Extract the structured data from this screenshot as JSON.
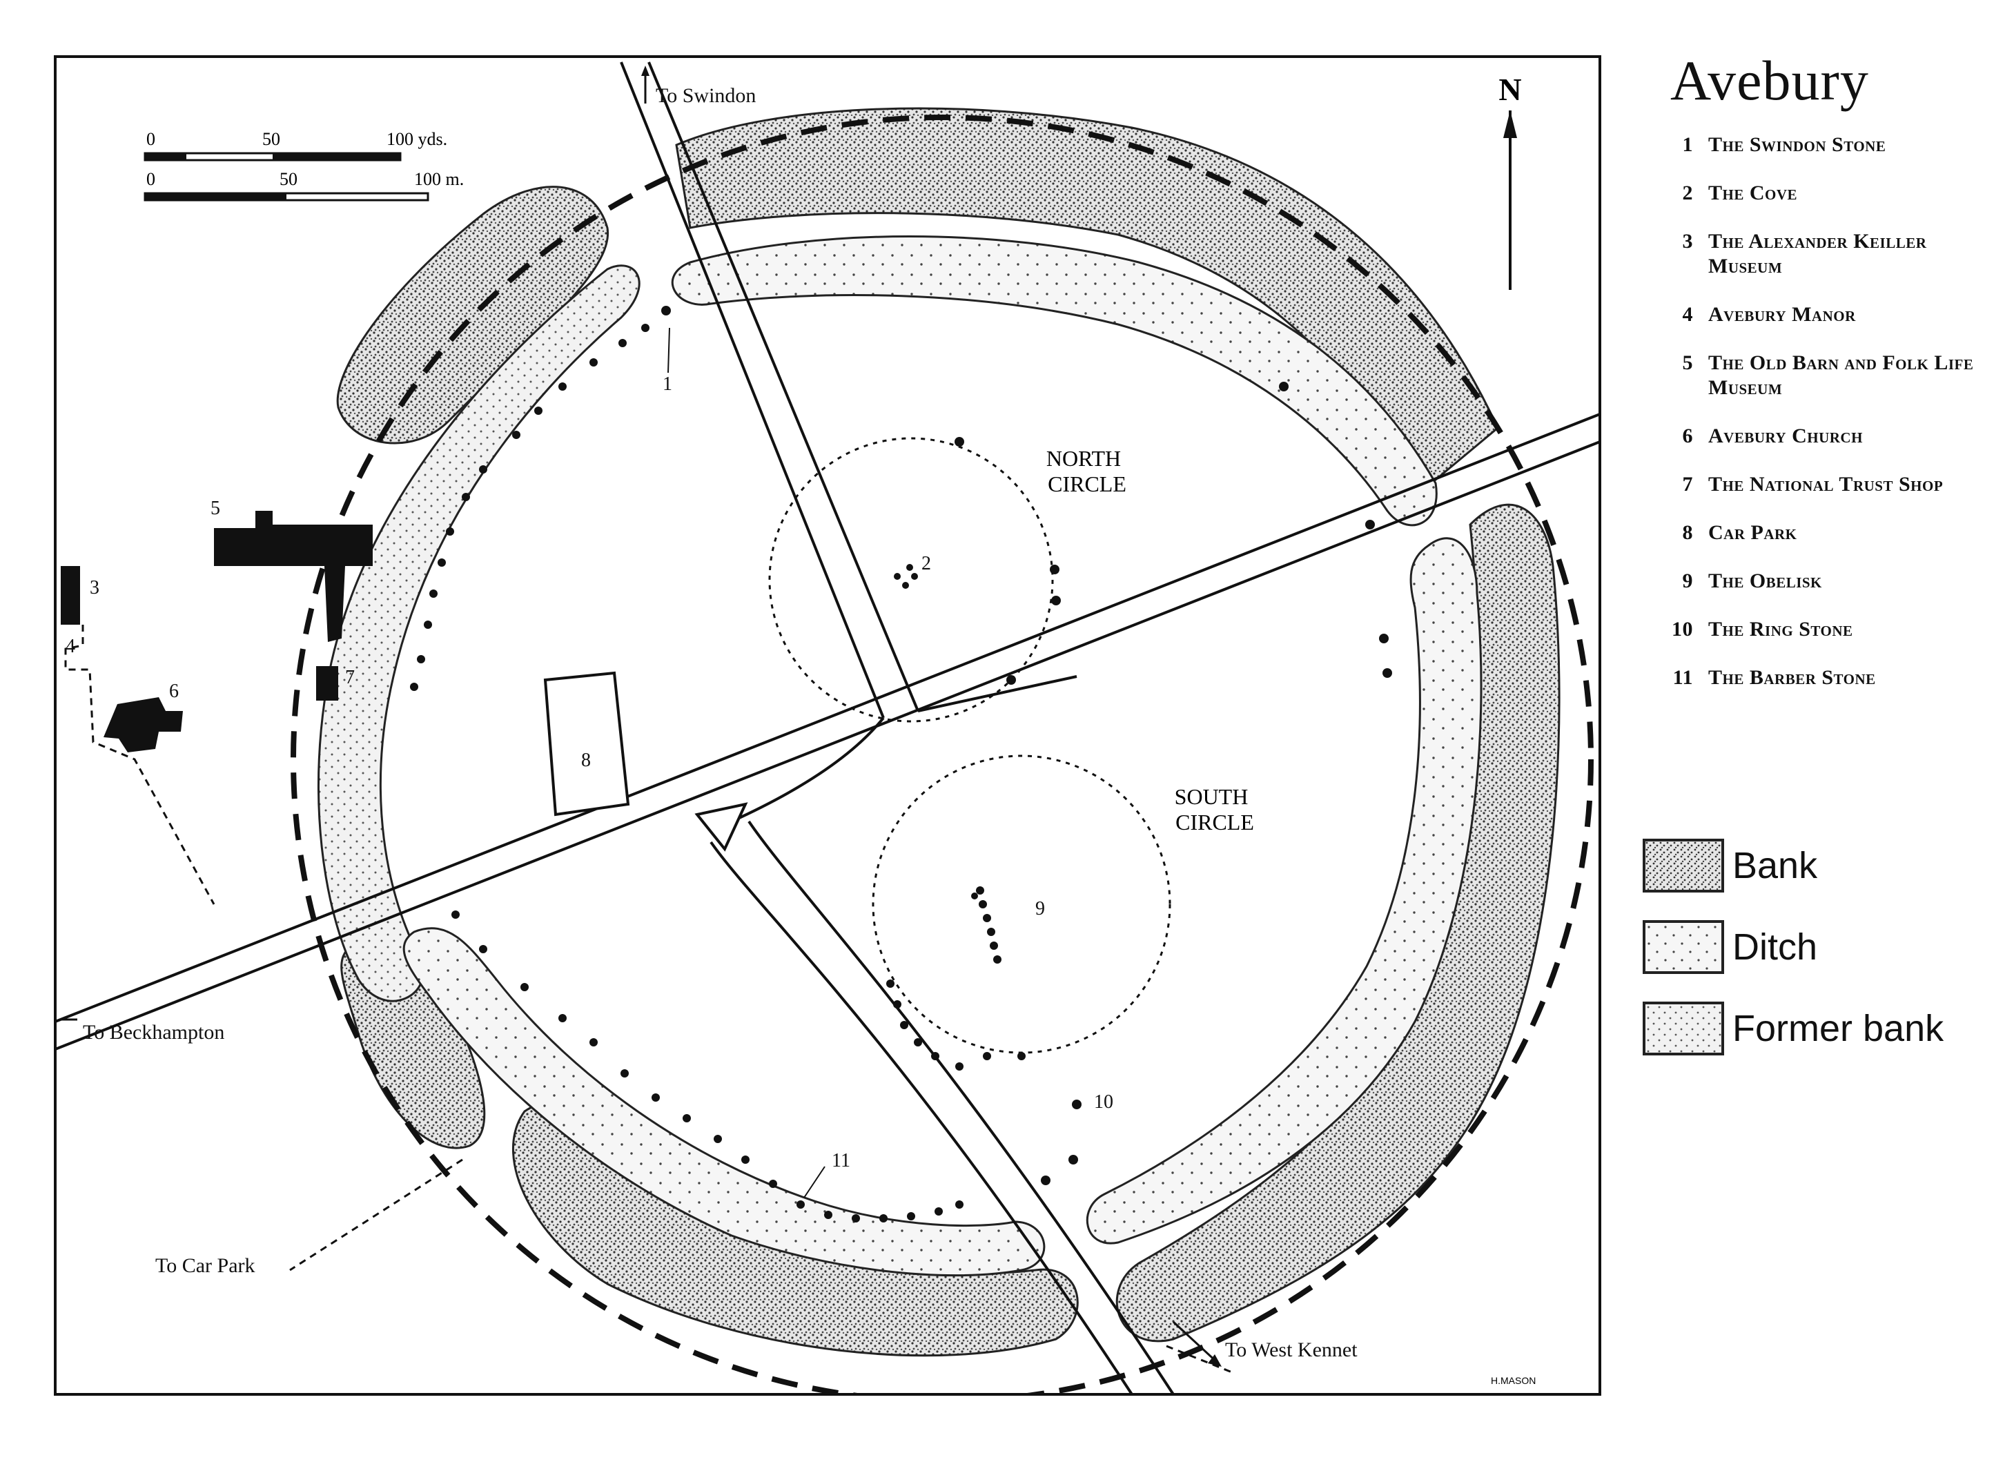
{
  "map": {
    "north_label": "N",
    "circle_labels": {
      "north": [
        "NORTH",
        "CIRCLE"
      ],
      "south": [
        "SOUTH",
        "CIRCLE"
      ]
    },
    "road_labels": {
      "swindon": "To Swindon",
      "beckhampton": "To Beckhampton",
      "car_park": "To Car Park",
      "west_kennet": "To West Kennet"
    },
    "scale_bar": {
      "yards": [
        "0",
        "50",
        "100 yds."
      ],
      "metres": [
        "0",
        "50",
        "100 m."
      ]
    },
    "feature_numbers": [
      "1",
      "2",
      "3",
      "4",
      "5",
      "6",
      "7",
      "8",
      "9",
      "10",
      "11"
    ],
    "credit": "H.MASON"
  },
  "key": {
    "title": "Avebury",
    "items": [
      {
        "num": "1",
        "label": "The Swindon Stone"
      },
      {
        "num": "2",
        "label": "The Cove"
      },
      {
        "num": "3",
        "label": "The Alexander Keiller Museum"
      },
      {
        "num": "4",
        "label": "Avebury Manor"
      },
      {
        "num": "5",
        "label": "The Old Barn and Folk Life Museum"
      },
      {
        "num": "6",
        "label": "Avebury Church"
      },
      {
        "num": "7",
        "label": "The National Trust Shop"
      },
      {
        "num": "8",
        "label": "Car Park"
      },
      {
        "num": "9",
        "label": "The Obelisk"
      },
      {
        "num": "10",
        "label": "The Ring Stone"
      },
      {
        "num": "11",
        "label": "The Barber Stone"
      }
    ]
  },
  "legend": [
    {
      "label": "Bank",
      "pattern": "dense-stipple"
    },
    {
      "label": "Ditch",
      "pattern": "sparse-stipple"
    },
    {
      "label": "Former bank",
      "pattern": "grid-stipple"
    }
  ],
  "colors": {
    "ink": "#111111",
    "paper": "#ffffff"
  }
}
